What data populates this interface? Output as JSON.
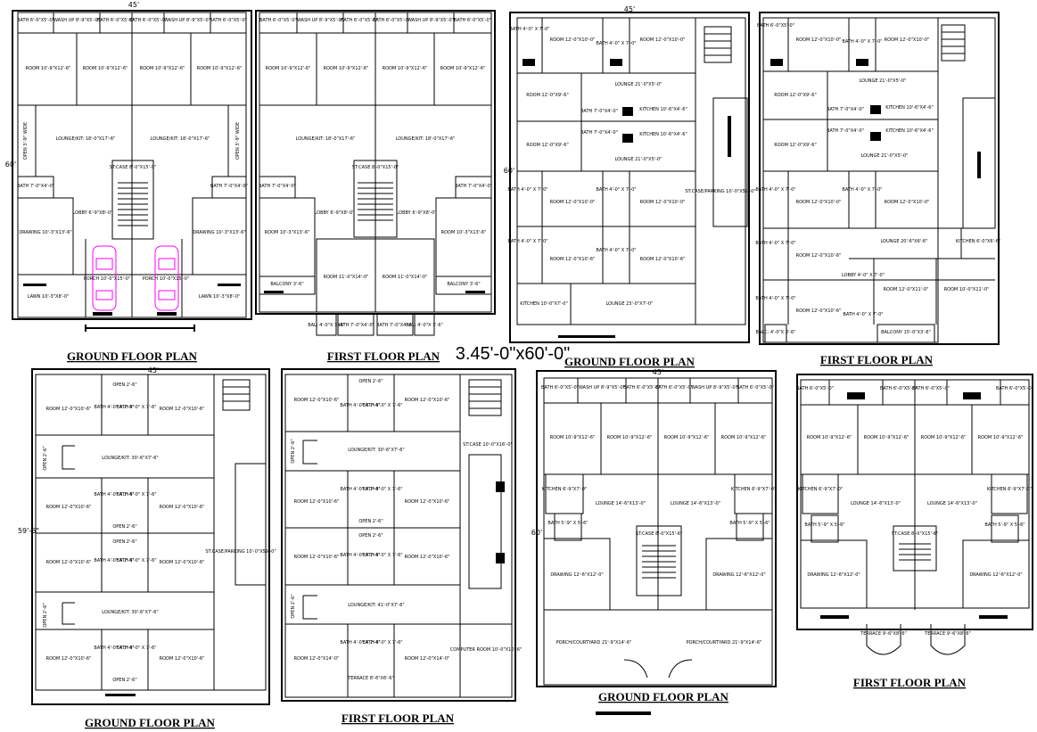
{
  "main_title": "3.45'-0\"x60'-0\"",
  "plan_titles": [
    "GROUND FLOOR PLAN",
    "FIRST FLOOR PLAN",
    "GROUND FLOOR PLAN",
    "FIRST FLOOR PLAN",
    "GROUND FLOOR PLAN",
    "FIRST FLOOR PLAN",
    "GROUND FLOOR PLAN",
    "FIRST FLOOR PLAN"
  ],
  "dims": {
    "w45": "45'",
    "h60": "60'",
    "h59_6": "59'-6\""
  },
  "plan1_labels": [
    "BATH 6'-0\"X5'-0\"",
    "WASH UP 8'-9\"X5'-0\"",
    "BATH 6'-0\"X5'-0\"",
    "BATH 6'-0\"X5'-0\"",
    "WASH UP 8'-9\"X5'-0\"",
    "BATH 6'-0\"X5'-0\"",
    "ROOM 10'-9\"X12'-6\"",
    "ROOM 10'-9\"X12'-6\"",
    "ROOM 10'-9\"X12'-6\"",
    "ROOM 10'-9\"X12'-6\"",
    "LOUNGE/KIT: 18'-0\"X17'-6\"",
    "LOUNGE/KIT: 18'-0\"X17'-6\"",
    "OPEN 3'-9\" WIDE",
    "OPEN 3'-9\" WIDE",
    "ST:CASE 8'-0\"X15'-0\"",
    "BATH 7'-0\"X4'-0\"",
    "BATH 7'-0\"X4'-0\"",
    "LOBBY 6'-9\"X8'-0\"",
    "DRAWING 10'-3\"X13'-6\"",
    "DRAWING 10'-3\"X13'-6\"",
    "PORCH 10'-0\"X15'-0\"",
    "PORCH 10'-0\"X15'-0\"",
    "LAWN 10'-3\"X8'-0\"",
    "LAWN 10'-3\"X8'-0\""
  ],
  "plan2_labels": [
    "BATH 6'-0\"X5'-0\"",
    "WASH UP 8'-9\"X5'-0\"",
    "BATH 6'-0\"X5'-0\"",
    "BATH 6'-0\"X5'-0\"",
    "WASH UP 8'-9\"X5'-0\"",
    "BATH 6'-0\"X5'-0\"",
    "ROOM 10'-9\"X12'-6\"",
    "ROOM 10'-9\"X12'-6\"",
    "ROOM 10'-9\"X12'-6\"",
    "ROOM 10'-9\"X12'-6\"",
    "LOUNGE/KIT: 18'-0\"X17'-6\"",
    "LOUNGE/KIT: 18'-0\"X17'-6\"",
    "ST:CASE 8'-0\"X15'-0\"",
    "BATH 7'-0\"X4'-0\"",
    "BATH 7'-0\"X4'-0\"",
    "LOBBY 6'-9\"X8'-0\"",
    "LOBBY 6'-9\"X8'-0\"",
    "ROOM 10'-3\"X13'-6\"",
    "ROOM 10'-3\"X13'-6\"",
    "ROOM 11'-0\"X14'-0\"",
    "ROOM 11'-0\"X14'-0\"",
    "BALCONY 3'-6\"",
    "BALCONY 3'-6\"",
    "BAL: 4'-0\"X 3'-6\"",
    "BATH 7'-0\"X4'-0\"",
    "BATH 7'-0\"X4'-0\"",
    "BAL: 4'-0\"X 3'-6\""
  ],
  "plan3_labels": [
    "BATH 4'-0\" X 7'-0\"",
    "ROOM 12'-0\"X10'-0\"",
    "BATH 4'-0\" X 7'-0\"",
    "ROOM 12'-0\"X10'-0\"",
    "LOUNGE 21'-0\"X5'-0\"",
    "ROOM 12'-0\"X9'-6\"",
    "BATH 7'-0\"X4'-0\"",
    "KITCHEN 10'-6\"X4'-6\"",
    "ROOM 12'-0\"X9'-6\"",
    "BATH 7'-0\"X4'-0\"",
    "KITCHEN 10'-6\"X4'-6\"",
    "LOUNGE 21'-0\"X5'-0\"",
    "ST:CASE/PARKING 10'-0\"X59'-0\"",
    "BATH 4'-0\" X 7'-0\"",
    "ROOM 12'-0\"X10'-0\"",
    "BATH 4'-0\" X 7'-0\"",
    "ROOM 12'-0\"X10'-0\"",
    "BATH 4'-0\" X 7'-0\"",
    "ROOM 12'-0\"X10'-6\"",
    "BATH 4'-0\" X 7'-0\"",
    "ROOM 12'-0\"X10'-6\"",
    "KITCHEN 10'-0\"X7'-0\"",
    "LOUNGE 23'-0\"X7'-0\""
  ],
  "plan4_labels": [
    "BATH 6'-0\"X5'-0\"",
    "ROOM 12'-0\"X10'-0\"",
    "BATH 4'-0\" X 7'-0\"",
    "ROOM 12'-0\"X10'-0\"",
    "LOUNGE 21'-0\"X5'-0\"",
    "ROOM 12'-0\"X9'-6\"",
    "BATH 7'-0\"X4'-0\"",
    "KITCHEN 10'-6\"X4'-6\"",
    "ROOM 12'-0\"X9'-6\"",
    "BATH 7'-0\"X4'-0\"",
    "KITCHEN 10'-6\"X4'-6\"",
    "LOUNGE 21'-0\"X5'-0\"",
    "BATH 4'-0\" X 7'-0\"",
    "ROOM 12'-0\"X10'-0\"",
    "BATH 4'-0\" X 7'-0\"",
    "ROOM 12'-0\"X10'-0\"",
    "BATH 4'-0\" X 7'-0\"",
    "ROOM 12'-0\"X10'-6\"",
    "LOUNGE 20'-6\"X6'-6\"",
    "KITCHEN 6'-0\"X6'-6\"",
    "LOBBY 4'-0\" X 7'-0\"",
    "ROOM 12'-0\"X11'-0\"",
    "ROOM 10'-0\"X11'-0\"",
    "BATH 4'-0\" X 7'-0\"",
    "ROOM 12'-0\"X10'-6\"",
    "BATH 4'-0\" X 7'-0\"",
    "BALCONY 15'-0\"X3'-6\"",
    "BALC: 4'-0\"X 3'-6\""
  ],
  "plan5_labels": [
    "OPEN 2'-6\"",
    "ROOM 12'-0\"X10'-6\"",
    "BATH 4'-0\" X 7'-6\"",
    "BATH 4'-0\" X 7'-6\"",
    "ROOM 12'-0\"X10'-6\"",
    "OPEN 2'-6\"",
    "LOUNGE/KIT: 30'-6\"X7'-6\"",
    "ROOM 12'-0\"X10'-6\"",
    "BATH 4'-0\" X 7'-6\"",
    "BATH 4'-0\" X 7'-6\"",
    "ROOM 12'-0\"X10'-6\"",
    "OPEN 2'-6\"",
    "OPEN 2'-6\"",
    "ROOM 12'-0\"X10'-6\"",
    "BATH 4'-0\" X 7'-6\"",
    "BATH 4'-0\" X 7'-6\"",
    "ROOM 12'-0\"X10'-6\"",
    "ST:CASE/PARKING 10'-0\"X59'-0\"",
    "OPEN 2'-6\"",
    "LOUNGE/KIT: 30'-6\"X7'-6\"",
    "ROOM 12'-0\"X10'-6\"",
    "BATH 4'-0\" X 7'-6\"",
    "BATH 4'-0\" X 7'-6\"",
    "ROOM 12'-0\"X10'-6\"",
    "OPEN 2'-6\""
  ],
  "plan6_labels": [
    "OPEN 2'-6\"",
    "ROOM 12'-0\"X10'-6\"",
    "BATH 4'-0\" X 7'-6\"",
    "BATH 4'-0\" X 7'-6\"",
    "ROOM 12'-0\"X10'-6\"",
    "OPEN 2'-6\"",
    "LOUNGE/KIT: 30'-6\"X7'-6\"",
    "ST:CASE 10'-0\"X16'-0\"",
    "ROOM 12'-0\"X10'-6\"",
    "BATH 4'-0\" X 7'-6\"",
    "BATH 4'-0\" X 7'-6\"",
    "ROOM 12'-0\"X10'-6\"",
    "OPEN 2'-6\"",
    "OPEN 2'-6\"",
    "ROOM 12'-0\"X10'-6\"",
    "BATH 4'-0\" X 7'-6\"",
    "BATH 4'-0\" X 7'-6\"",
    "ROOM 12'-0\"X10'-6\"",
    "OPEN 2'-6\"",
    "LOUNGE/KIT: 41'-0\"X7'-6\"",
    "ROOM 12'-0\"X14'-0\"",
    "BATH 4'-0\" X 7'-6\"",
    "BATH 4'-0\" X 7'-6\"",
    "ROOM 12'-0\"X14'-0\"",
    "COMPUTER ROOM 10'-0\"X10'-6\"",
    "TERRACE 8'-6\"X6'-6\""
  ],
  "plan7_labels": [
    "BATH 6'-0\"X5'-0\"",
    "WASH UP 8'-9\"X5'-0\"",
    "BATH 6'-0\"X5'-0\"",
    "BATH 6'-0\"X5'-0\"",
    "WASH UP 8'-9\"X5'-0\"",
    "BATH 6'-0\"X5'-0\"",
    "ROOM 10'-9\"X12'-6\"",
    "ROOM 10'-9\"X12'-6\"",
    "ROOM 10'-9\"X12'-6\"",
    "ROOM 10'-9\"X12'-6\"",
    "KITCHEN 6'-9\"X7'-0\"",
    "LOUNGE 14'-6\"X13'-0\"",
    "LOUNGE 14'-6\"X13'-0\"",
    "KITCHEN 6'-9\"X7'-0\"",
    "ST:CASE 8'-0\"X15'-6\"",
    "BATH 5'-9\" X 5'-6\"",
    "BATH 5'-9\" X 5'-6\"",
    "DRAWING 12'-6\"X12'-0\"",
    "DRAWING 12'-6\"X12'-0\"",
    "PORCH/COURTYARD 21'-9\"X14'-6\"",
    "PORCH/COURTYARD 21'-9\"X14'-6\""
  ],
  "plan8_labels": [
    "BATH 6'-0\"X5'-0\"",
    "BATH 6'-0\"X5'-0\"",
    "BATH 6'-0\"X5'-0\"",
    "BATH 6'-0\"X5'-0\"",
    "ROOM 10'-9\"X12'-6\"",
    "ROOM 10'-9\"X12'-6\"",
    "ROOM 10'-9\"X12'-6\"",
    "ROOM 10'-9\"X12'-6\"",
    "KITCHEN 6'-9\"X7'-0\"",
    "LOUNGE 14'-6\"X13'-0\"",
    "LOUNGE 14'-6\"X13'-0\"",
    "KITCHEN 6'-9\"X7'-0\"",
    "ST:CASE 8'-0\"X15'-6\"",
    "BATH 5'-9\" X 5'-6\"",
    "BATH 5'-9\" X 5'-6\"",
    "DRAWING 12'-6\"X12'-0\"",
    "DRAWING 12'-6\"X12'-0\"",
    "TERRACE 9'-6\"X8'-6\"",
    "TERRACE 9'-6\"X8'-6\""
  ],
  "colors": {
    "line": "#000000",
    "car": "#ff00ff",
    "background": "#ffffff"
  }
}
